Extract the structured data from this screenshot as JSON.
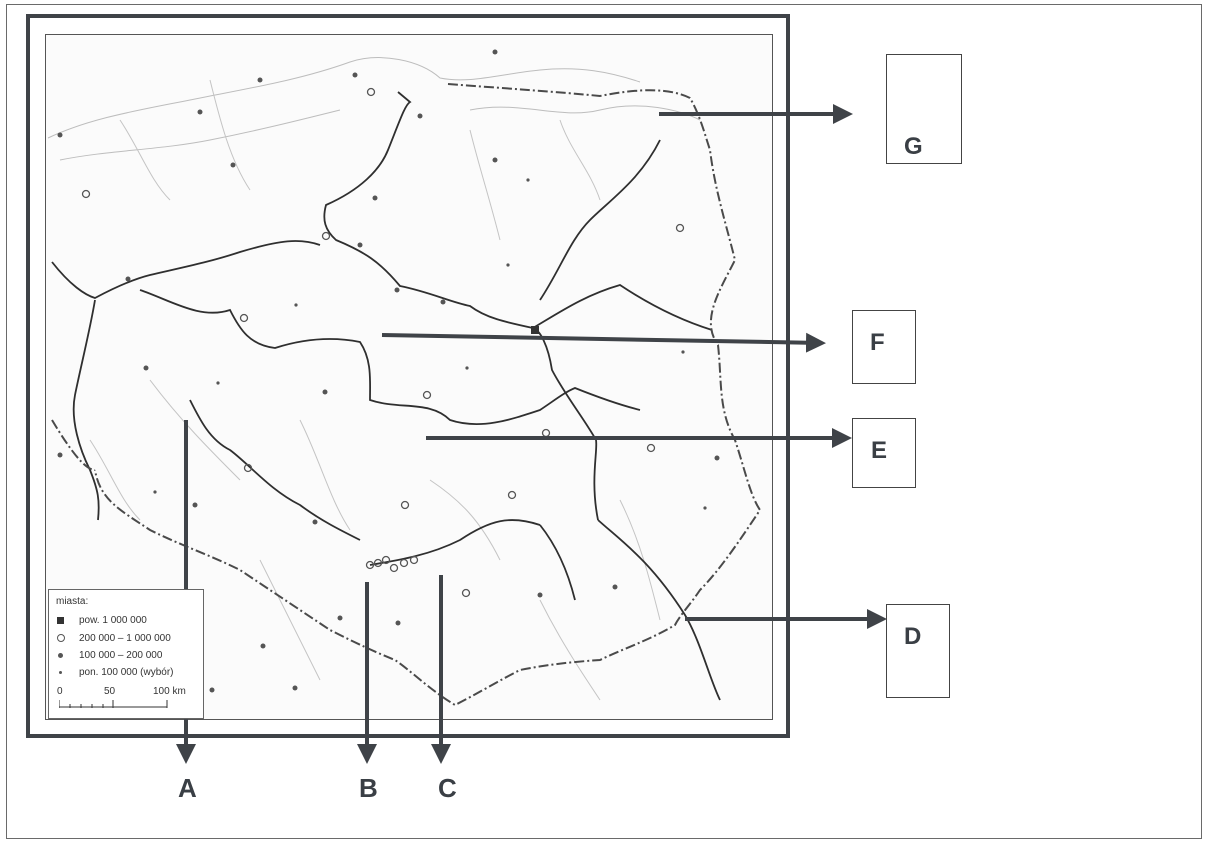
{
  "legend": {
    "title": "miasta:",
    "items": [
      {
        "symbol": "square",
        "label": "pow. 1 000 000"
      },
      {
        "symbol": "ringed-dot",
        "label": "200 000 – 1 000 000"
      },
      {
        "symbol": "dot",
        "label": "100 000 – 200 000"
      },
      {
        "symbol": "small-dot",
        "label": "pon. 100 000 (wybór)"
      }
    ],
    "scale": {
      "labels": [
        "0",
        "50",
        "100 km"
      ]
    }
  },
  "markers": [
    {
      "id": "A",
      "label": "A",
      "type": "bottom"
    },
    {
      "id": "B",
      "label": "B",
      "type": "bottom"
    },
    {
      "id": "C",
      "label": "C",
      "type": "bottom"
    },
    {
      "id": "D",
      "label": "D",
      "type": "right-box"
    },
    {
      "id": "E",
      "label": "E",
      "type": "right-box"
    },
    {
      "id": "F",
      "label": "F",
      "type": "right-box"
    },
    {
      "id": "G",
      "label": "G",
      "type": "right-box"
    }
  ],
  "colors": {
    "frame": "#3f4348",
    "arrow": "#3f4348",
    "river": "#2f2f2f",
    "border": "#4a4a4a",
    "label": "#3a3f45"
  }
}
